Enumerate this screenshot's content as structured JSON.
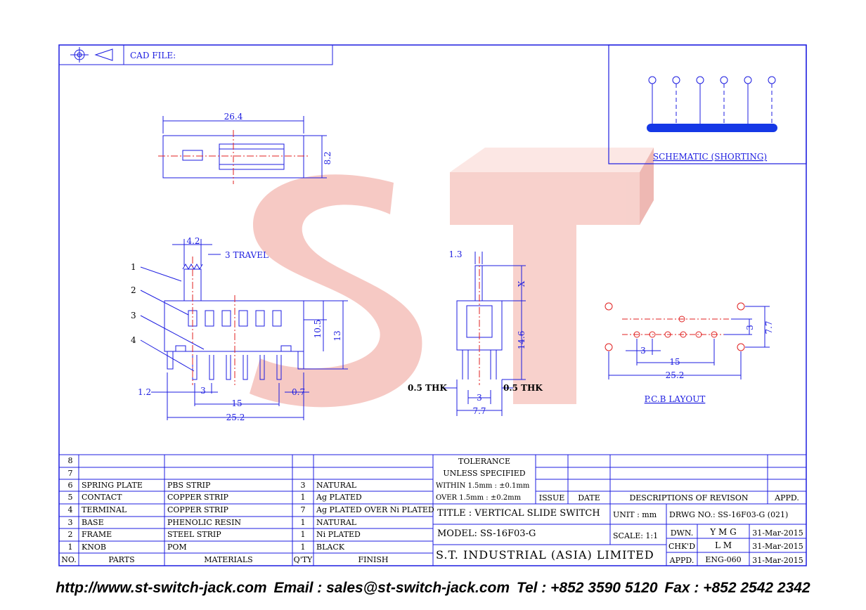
{
  "header": {
    "cad_label": "CAD FILE:"
  },
  "schematic": {
    "title": "SCHEMATIC (SHORTING)"
  },
  "top_view": {
    "width": "26.4",
    "height": "8.2"
  },
  "side_view": {
    "knob_width": "4.2",
    "travel": "3 TRAVEL",
    "callouts": [
      "1",
      "2",
      "3",
      "4"
    ],
    "height_a": "10.5",
    "height_b": "13",
    "left_offset": "1.2",
    "pitch": "3",
    "span": "15",
    "right_offset": "0.7",
    "total": "25.2"
  },
  "end_view": {
    "knob": "1.3",
    "x": "X",
    "height": "14.6",
    "thk_left": "0.5 THK",
    "thk_right": "0.5 THK",
    "pitch": "3",
    "width": "7.7"
  },
  "pcb": {
    "title": "P.C.B LAYOUT",
    "row": "3",
    "height": "7.7",
    "pitch": "3",
    "span": "15",
    "total": "25.2"
  },
  "parts": {
    "rows": [
      {
        "no": "8",
        "part": "",
        "material": "",
        "qty": "",
        "finish": ""
      },
      {
        "no": "7",
        "part": "",
        "material": "",
        "qty": "",
        "finish": ""
      },
      {
        "no": "6",
        "part": "SPRING PLATE",
        "material": "PBS STRIP",
        "qty": "3",
        "finish": "NATURAL"
      },
      {
        "no": "5",
        "part": "CONTACT",
        "material": "COPPER STRIP",
        "qty": "1",
        "finish": "Ag PLATED"
      },
      {
        "no": "4",
        "part": "TERMINAL",
        "material": "COPPER STRIP",
        "qty": "7",
        "finish": "Ag PLATED OVER Ni PLATED"
      },
      {
        "no": "3",
        "part": "BASE",
        "material": "PHENOLIC RESIN",
        "qty": "1",
        "finish": "NATURAL"
      },
      {
        "no": "2",
        "part": "FRAME",
        "material": "STEEL STRIP",
        "qty": "1",
        "finish": "Ni PLATED"
      },
      {
        "no": "1",
        "part": "KNOB",
        "material": "POM",
        "qty": "1",
        "finish": "BLACK"
      }
    ],
    "headers": {
      "no": "NO.",
      "part": "PARTS",
      "material": "MATERIALS",
      "qty": "Q'TY",
      "finish": "FINISH"
    }
  },
  "tolerance": {
    "line1": "TOLERANCE",
    "line2": "UNLESS  SPECIFIED",
    "within": "WITHIN  1.5mm : ±0.1mm",
    "over": "OVER   1.5mm : ±0.2mm"
  },
  "revision": {
    "issue": "ISSUE",
    "date": "DATE",
    "desc": "DESCRIPTIONS  OF  REVISON",
    "appd": "APPD."
  },
  "title_block": {
    "title": "TITLE : VERTICAL SLIDE SWITCH",
    "unit_label": "UNIT :   mm",
    "drwg": "DRWG NO.: SS-16F03-G (021)",
    "model": "MODEL: SS-16F03-G",
    "scale": "SCALE:  1:1",
    "company": "S.T.  INDUSTRIAL  (ASIA)  LIMITED",
    "dwn_label": "DWN.",
    "dwn": "Y M G",
    "dwn_date": "31-Mar-2015",
    "chk_label": "CHK'D",
    "chk": "L M",
    "chk_date": "31-Mar-2015",
    "appd_label": "APPD.",
    "appd": "ENG-060",
    "appd_date": "31-Mar-2015"
  },
  "footer": {
    "url": "http://www.st-switch-jack.com",
    "email": "Email : sales@st-switch-jack.com",
    "tel": "Tel : +852 3590 5120",
    "fax": "Fax : +852 2542 2342"
  },
  "watermark": {
    "letters": "ST"
  },
  "colors": {
    "line": "#1d1de0",
    "center": "#e02020",
    "bus": "#1538e6",
    "watermark": "#f3b7b0"
  }
}
